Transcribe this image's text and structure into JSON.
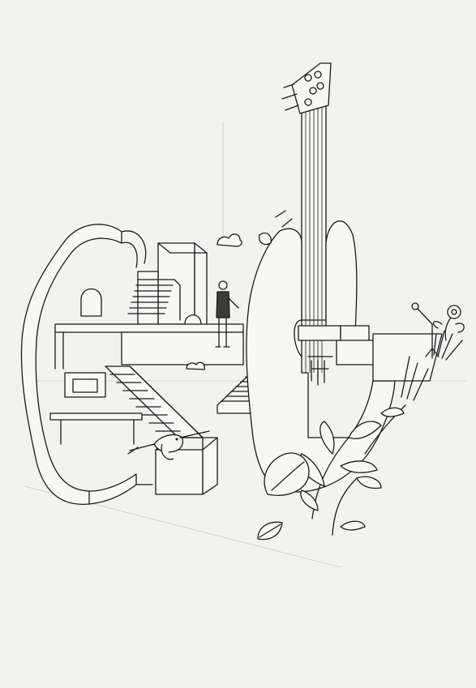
{
  "illustration": {
    "subject": "line-drawing",
    "colors": {
      "paper": "#f2f2f0",
      "ink": "#1a1a1a",
      "pencil": "#b9b9b5"
    },
    "elements": [
      "guitar-body-shell",
      "guitar-neck",
      "guitar-headstock",
      "tuning-peg-icons",
      "strings",
      "staircases",
      "arch-doorways",
      "standing-man",
      "microphone-stand-icon",
      "hummingbird",
      "plants",
      "leaves",
      "clouds"
    ]
  }
}
